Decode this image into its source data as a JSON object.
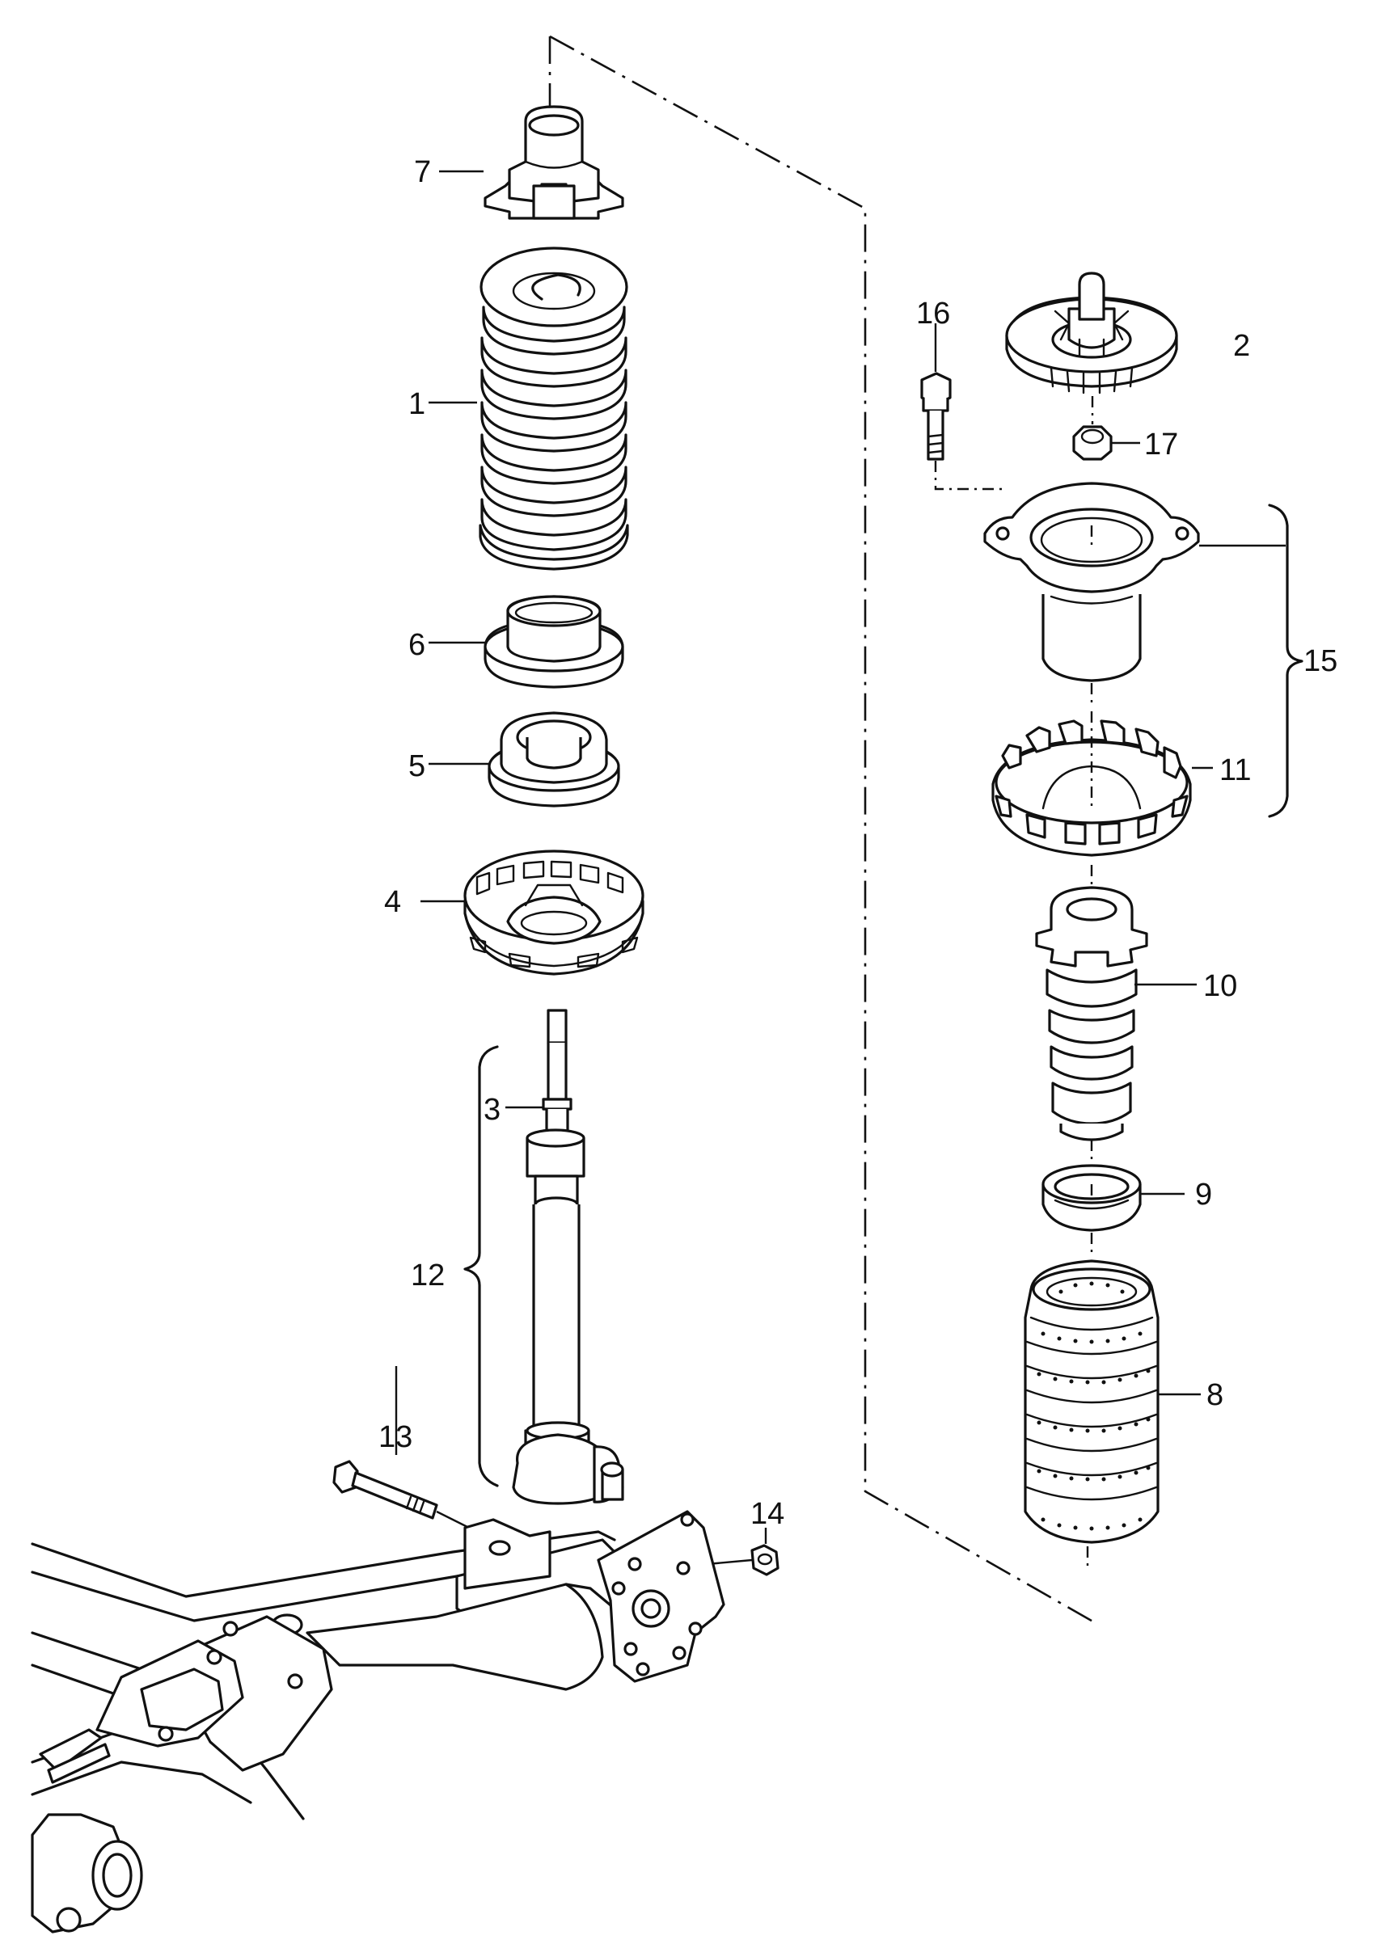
{
  "parts": [
    {
      "id": "1",
      "label": "1"
    },
    {
      "id": "2",
      "label": "2"
    },
    {
      "id": "3",
      "label": "3"
    },
    {
      "id": "4",
      "label": "4"
    },
    {
      "id": "5",
      "label": "5"
    },
    {
      "id": "6",
      "label": "6"
    },
    {
      "id": "7",
      "label": "7"
    },
    {
      "id": "8",
      "label": "8"
    },
    {
      "id": "9",
      "label": "9"
    },
    {
      "id": "10",
      "label": "10"
    },
    {
      "id": "11",
      "label": "11"
    },
    {
      "id": "12",
      "label": "12"
    },
    {
      "id": "13",
      "label": "13"
    },
    {
      "id": "14",
      "label": "14"
    },
    {
      "id": "15",
      "label": "15"
    },
    {
      "id": "16",
      "label": "16"
    },
    {
      "id": "17",
      "label": "17"
    }
  ]
}
